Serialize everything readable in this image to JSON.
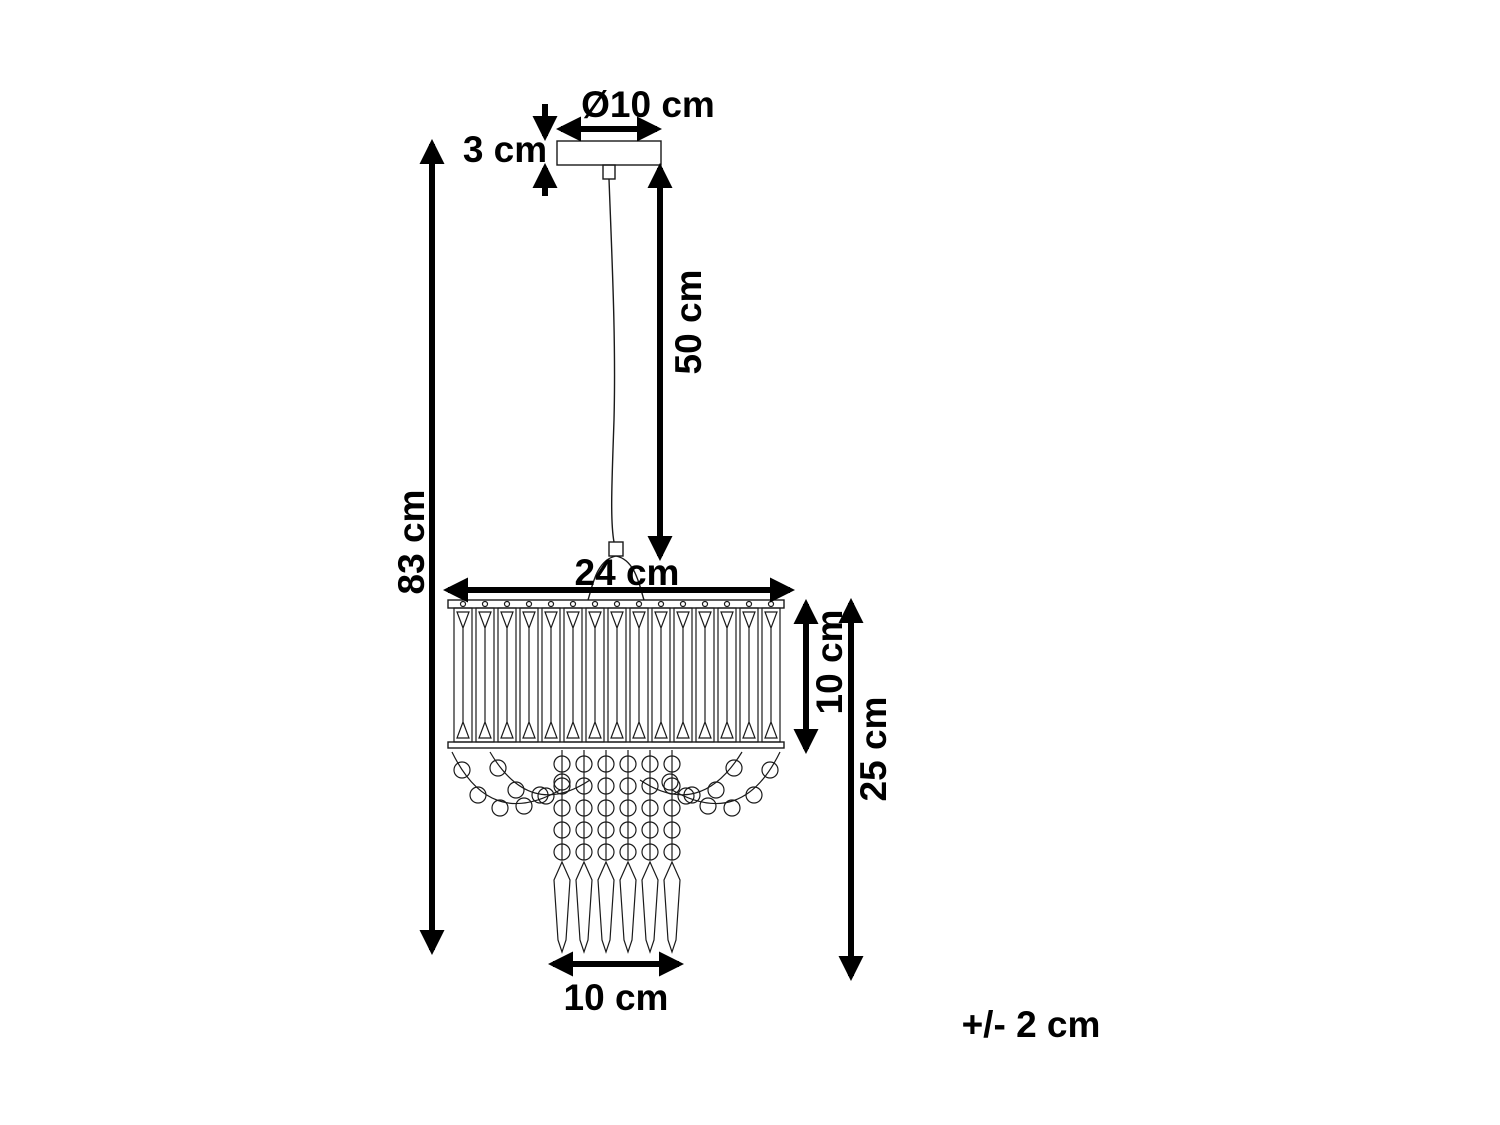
{
  "dimensions": {
    "canopy_diameter": "Ø10 cm",
    "canopy_height": "3 cm",
    "cable_length": "50 cm",
    "total_height": "83 cm",
    "shade_width": "24 cm",
    "shade_height": "10 cm",
    "body_height": "25 cm",
    "bottom_width": "10 cm"
  },
  "tolerance": "+/- 2 cm",
  "colors": {
    "line": "#000000",
    "background": "#ffffff"
  }
}
